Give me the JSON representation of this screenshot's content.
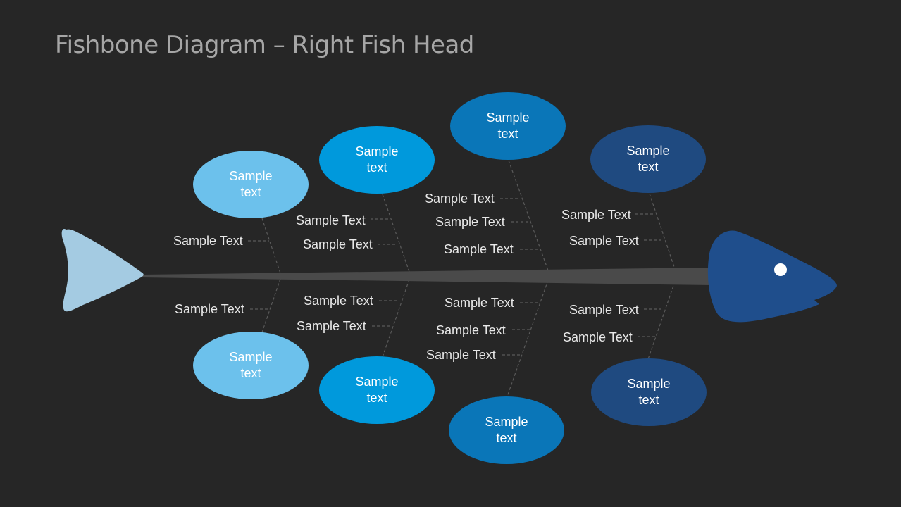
{
  "slide": {
    "title": "Fishbone Diagram – Right Fish Head"
  },
  "colors": {
    "background": "#262626",
    "title": "#a6a6a6",
    "tail": "#a4cbe2",
    "spine": "#4a4a4a",
    "head": "#1f4e8c",
    "eye": "#ffffff",
    "connector": "#5a5a5a",
    "category_1": "#6cc1ec",
    "category_2": "#0099dc",
    "category_3": "#0a76b8",
    "category_4": "#1f4a80"
  },
  "fishbone": {
    "tail_icon": "fish-tail",
    "head_icon": "fish-head",
    "categories_top": [
      {
        "line1": "Sample",
        "line2": "text",
        "causes": [
          "Sample Text"
        ]
      },
      {
        "line1": "Sample",
        "line2": "text",
        "causes": [
          "Sample Text",
          "Sample Text"
        ]
      },
      {
        "line1": "Sample",
        "line2": "text",
        "causes": [
          "Sample Text",
          "Sample Text",
          "Sample Text"
        ]
      },
      {
        "line1": "Sample",
        "line2": "text",
        "causes": [
          "Sample Text",
          "Sample Text"
        ]
      }
    ],
    "categories_bottom": [
      {
        "line1": "Sample",
        "line2": "text",
        "causes": [
          "Sample Text"
        ]
      },
      {
        "line1": "Sample",
        "line2": "text",
        "causes": [
          "Sample Text",
          "Sample Text"
        ]
      },
      {
        "line1": "Sample",
        "line2": "text",
        "causes": [
          "Sample Text",
          "Sample Text",
          "Sample Text"
        ]
      },
      {
        "line1": "Sample",
        "line2": "text",
        "causes": [
          "Sample Text",
          "Sample Text"
        ]
      }
    ]
  }
}
